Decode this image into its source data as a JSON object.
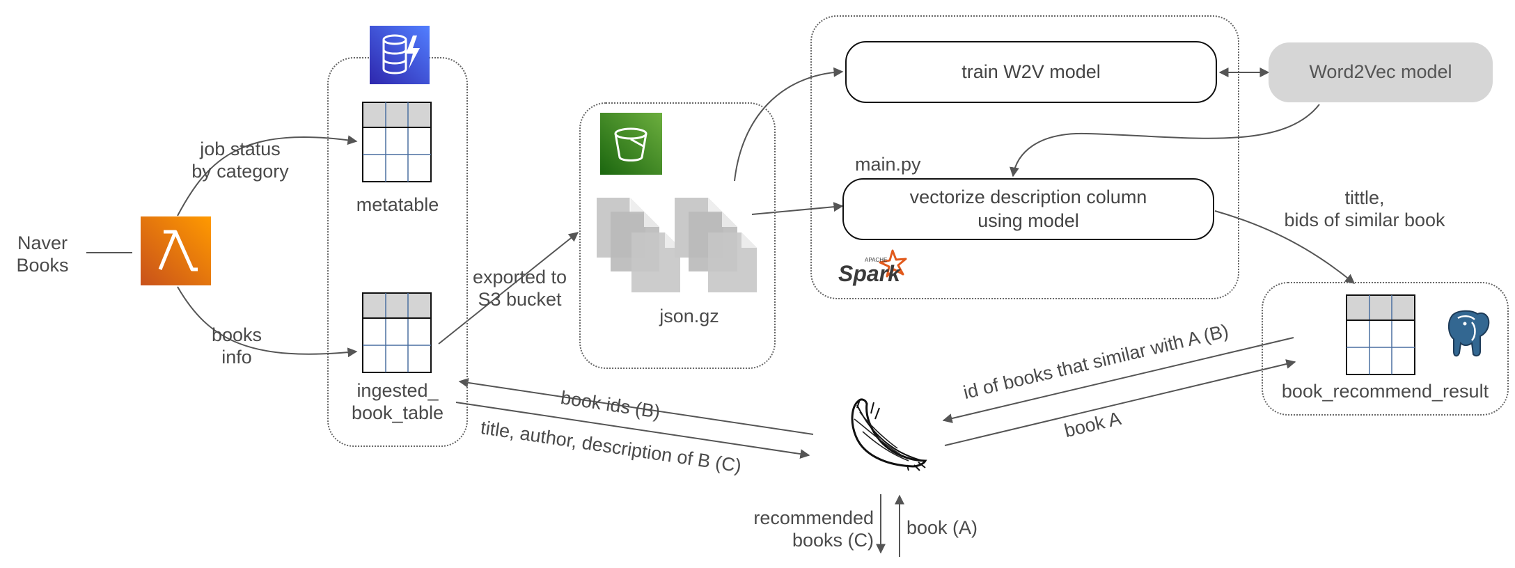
{
  "source": {
    "line1": "Naver",
    "line2": "Books"
  },
  "lambda": {
    "icon": "aws-lambda-icon",
    "color": "#ea7a12"
  },
  "dynamodb": {
    "icon": "aws-dynamodb-icon",
    "color": "#3a4fd8"
  },
  "tables": {
    "metatable": "metatable",
    "ingested": {
      "line1": "ingested_",
      "line2": "book_table"
    }
  },
  "edges": {
    "job_status": {
      "line1": "job status",
      "line2": "by category"
    },
    "books_info": {
      "line1": "books",
      "line2": "info"
    },
    "exported": {
      "line1": "exported to",
      "line2": "S3 bucket"
    },
    "book_ids": "book ids (B)",
    "title_author": "title, author, description of B (C)",
    "id_similar": "id of books that similar with A (B)",
    "book_a": "book A",
    "recommended": {
      "line1": "recommended",
      "line2": "books (C)"
    },
    "book_a_paren": "book (A)",
    "tittle": {
      "line1": "tittle,",
      "line2": "bids of similar book"
    }
  },
  "s3": {
    "icon": "aws-s3-bucket-icon",
    "color": "#3f9a2c",
    "file_label": "json.gz"
  },
  "spark": {
    "train": "train W2V model",
    "main_py": "main.py",
    "vectorize": {
      "line1": "vectorize description column",
      "line2": "using model"
    },
    "logo_top": "APACHE",
    "logo_word": "Spark"
  },
  "word2vec": "Word2Vec model",
  "postgres": {
    "table_label": "book_recommend_result",
    "icon": "postgresql-elephant-icon"
  },
  "flask": {
    "icon": "flask-horn-icon"
  }
}
